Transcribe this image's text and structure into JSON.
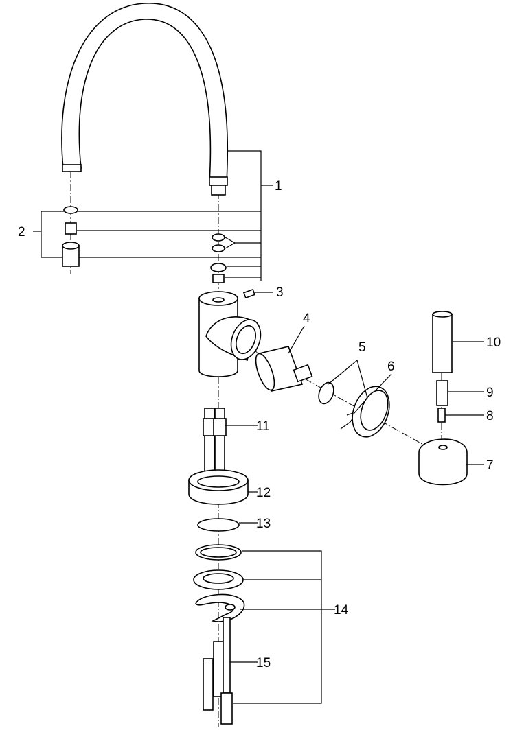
{
  "diagram": {
    "type": "exploded parts diagram",
    "labels": [
      "1",
      "2",
      "3",
      "4",
      "5",
      "6",
      "7",
      "8",
      "9",
      "10",
      "11",
      "12",
      "13",
      "14",
      "15"
    ],
    "colors": {
      "line": "#000000",
      "background": "#ffffff"
    }
  }
}
